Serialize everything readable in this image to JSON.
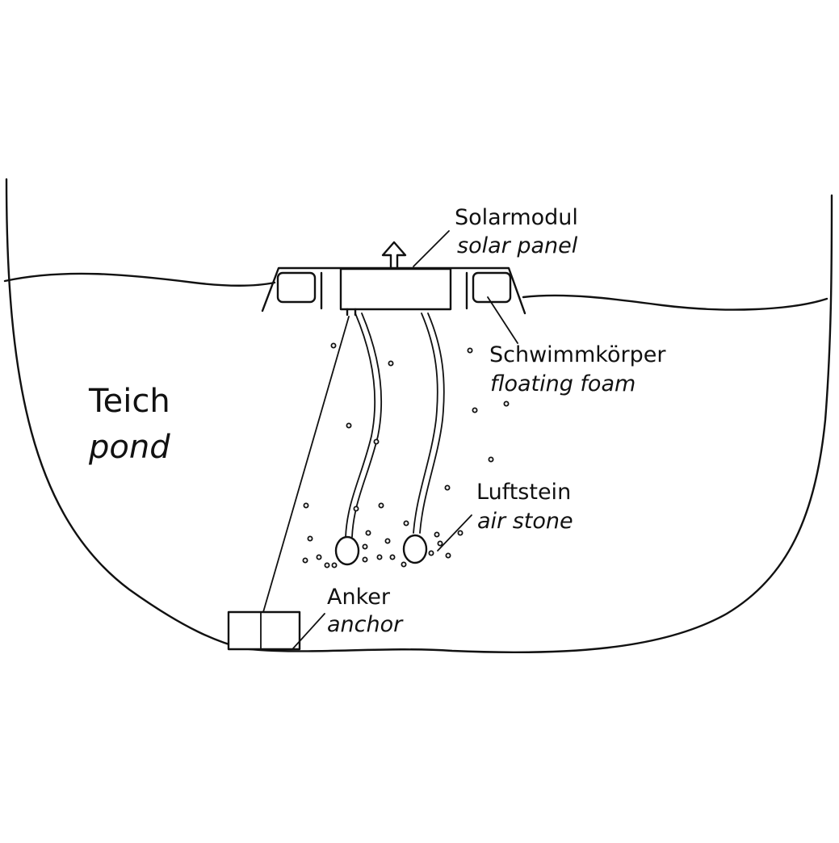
{
  "labels": {
    "solar_de": "Solarmodul",
    "solar_en": "solar panel",
    "float_de": "Schwimmkörper",
    "float_en": "floating foam",
    "stone_de": "Luftstein",
    "stone_en": "air stone",
    "anchor_de": "Anker",
    "anchor_en": "anchor",
    "pond_de": "Teich",
    "pond_en": "pond"
  },
  "colors": {
    "ink": "#111111",
    "background": "#ffffff"
  }
}
